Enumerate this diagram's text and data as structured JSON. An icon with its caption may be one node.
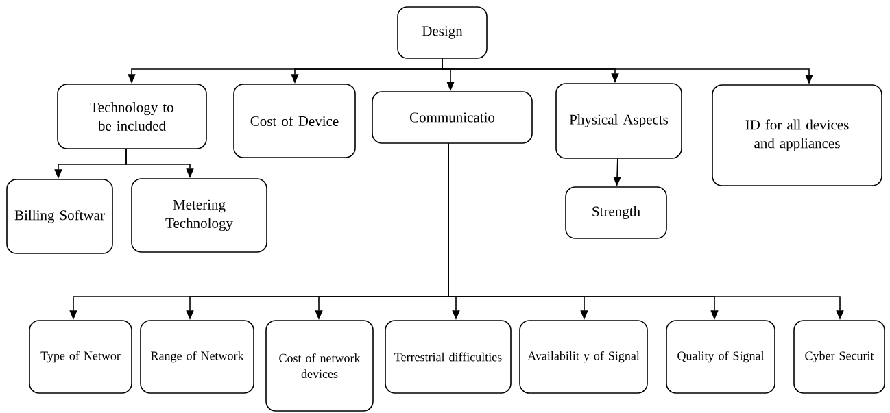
{
  "diagram": {
    "nodes": [
      {
        "text": [
          "Design"
        ]
      },
      {
        "text": [
          "Technology to be included"
        ]
      },
      {
        "text": [
          "Cost of Device"
        ]
      },
      {
        "text": [
          "Communicatio"
        ]
      },
      {
        "text": [
          "Physical Aspects"
        ]
      },
      {
        "text": [
          "ID for all devices and appliances"
        ]
      },
      {
        "text": [
          "Billing Softwar"
        ]
      },
      {
        "text": [
          "Metering Technology"
        ]
      },
      {
        "text": [
          "Strength"
        ]
      },
      {
        "text": [
          "Type of Networ"
        ]
      },
      {
        "text": [
          "Range of Network"
        ]
      },
      {
        "text": [
          "Cost of network devices"
        ]
      },
      {
        "text": [
          "Terrestrial difficulties"
        ]
      },
      {
        "text": [
          "Availabilit y of Signal"
        ]
      },
      {
        "text": [
          "Quality of Signal"
        ]
      },
      {
        "text": [
          "Cyber Securit"
        ]
      }
    ],
    "edges": [
      {
        "from": 0,
        "to": 1,
        "arrow": "to"
      },
      {
        "from": 0,
        "to": 2,
        "arrow": "to"
      },
      {
        "from": 0,
        "to": 3,
        "arrow": "to"
      },
      {
        "from": 0,
        "to": 4,
        "arrow": "to"
      },
      {
        "from": 0,
        "to": 5,
        "arrow": "to"
      },
      {
        "from": 1,
        "to": 6,
        "arrow": "to"
      },
      {
        "from": 1,
        "to": 7,
        "arrow": "to"
      },
      {
        "from": 4,
        "to": 8,
        "arrow": "to"
      },
      {
        "from": 3,
        "to": 9,
        "arrow": "to"
      },
      {
        "from": 3,
        "to": 10,
        "arrow": "to"
      },
      {
        "from": 3,
        "to": 11,
        "arrow": "to"
      },
      {
        "from": 3,
        "to": 12,
        "arrow": "to"
      },
      {
        "from": 3,
        "to": 13,
        "arrow": "to"
      },
      {
        "from": 3,
        "to": 14,
        "arrow": "to"
      },
      {
        "from": 3,
        "to": 15,
        "arrow": "to"
      }
    ]
  }
}
